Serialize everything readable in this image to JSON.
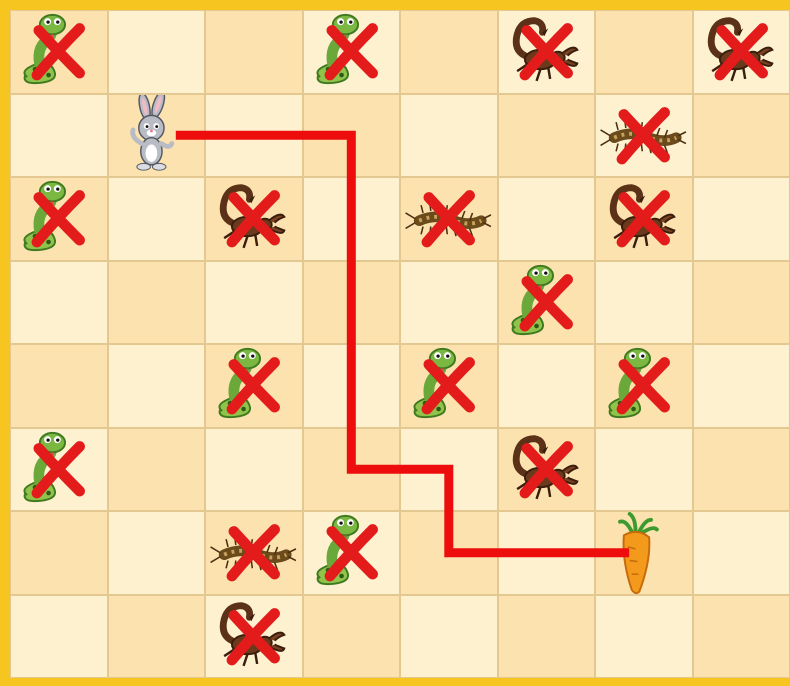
{
  "board": {
    "rows": 8,
    "cols": 8,
    "colors": {
      "frame": "#f6c51f",
      "dark_square": "#fbe2ae",
      "light_square": "#fdf1d0",
      "grid_line": "#e4c891",
      "path": "#ee0d0d",
      "cross": "#e31b1b"
    },
    "pieces": [
      {
        "row": 0,
        "col": 0,
        "kind": "snake",
        "crossed": true
      },
      {
        "row": 0,
        "col": 3,
        "kind": "snake",
        "crossed": true
      },
      {
        "row": 0,
        "col": 5,
        "kind": "scorpion",
        "crossed": true
      },
      {
        "row": 0,
        "col": 7,
        "kind": "scorpion",
        "crossed": true
      },
      {
        "row": 1,
        "col": 1,
        "kind": "rabbit",
        "crossed": false
      },
      {
        "row": 1,
        "col": 6,
        "kind": "centipede",
        "crossed": true
      },
      {
        "row": 2,
        "col": 0,
        "kind": "snake",
        "crossed": true
      },
      {
        "row": 2,
        "col": 2,
        "kind": "scorpion",
        "crossed": true
      },
      {
        "row": 2,
        "col": 4,
        "kind": "centipede",
        "crossed": true
      },
      {
        "row": 2,
        "col": 6,
        "kind": "scorpion",
        "crossed": true
      },
      {
        "row": 3,
        "col": 5,
        "kind": "snake",
        "crossed": true
      },
      {
        "row": 4,
        "col": 2,
        "kind": "snake",
        "crossed": true
      },
      {
        "row": 4,
        "col": 4,
        "kind": "snake",
        "crossed": true
      },
      {
        "row": 4,
        "col": 6,
        "kind": "snake",
        "crossed": true
      },
      {
        "row": 5,
        "col": 0,
        "kind": "snake",
        "crossed": true
      },
      {
        "row": 5,
        "col": 5,
        "kind": "scorpion",
        "crossed": true
      },
      {
        "row": 6,
        "col": 2,
        "kind": "centipede",
        "crossed": true
      },
      {
        "row": 6,
        "col": 3,
        "kind": "snake",
        "crossed": true
      },
      {
        "row": 6,
        "col": 6,
        "kind": "carrot",
        "crossed": false
      },
      {
        "row": 7,
        "col": 2,
        "kind": "scorpion",
        "crossed": true
      }
    ],
    "path": [
      {
        "row": 1,
        "col": 1
      },
      {
        "row": 1,
        "col": 3
      },
      {
        "row": 5,
        "col": 3
      },
      {
        "row": 5,
        "col": 4
      },
      {
        "row": 6,
        "col": 4
      },
      {
        "row": 6,
        "col": 6
      }
    ]
  }
}
